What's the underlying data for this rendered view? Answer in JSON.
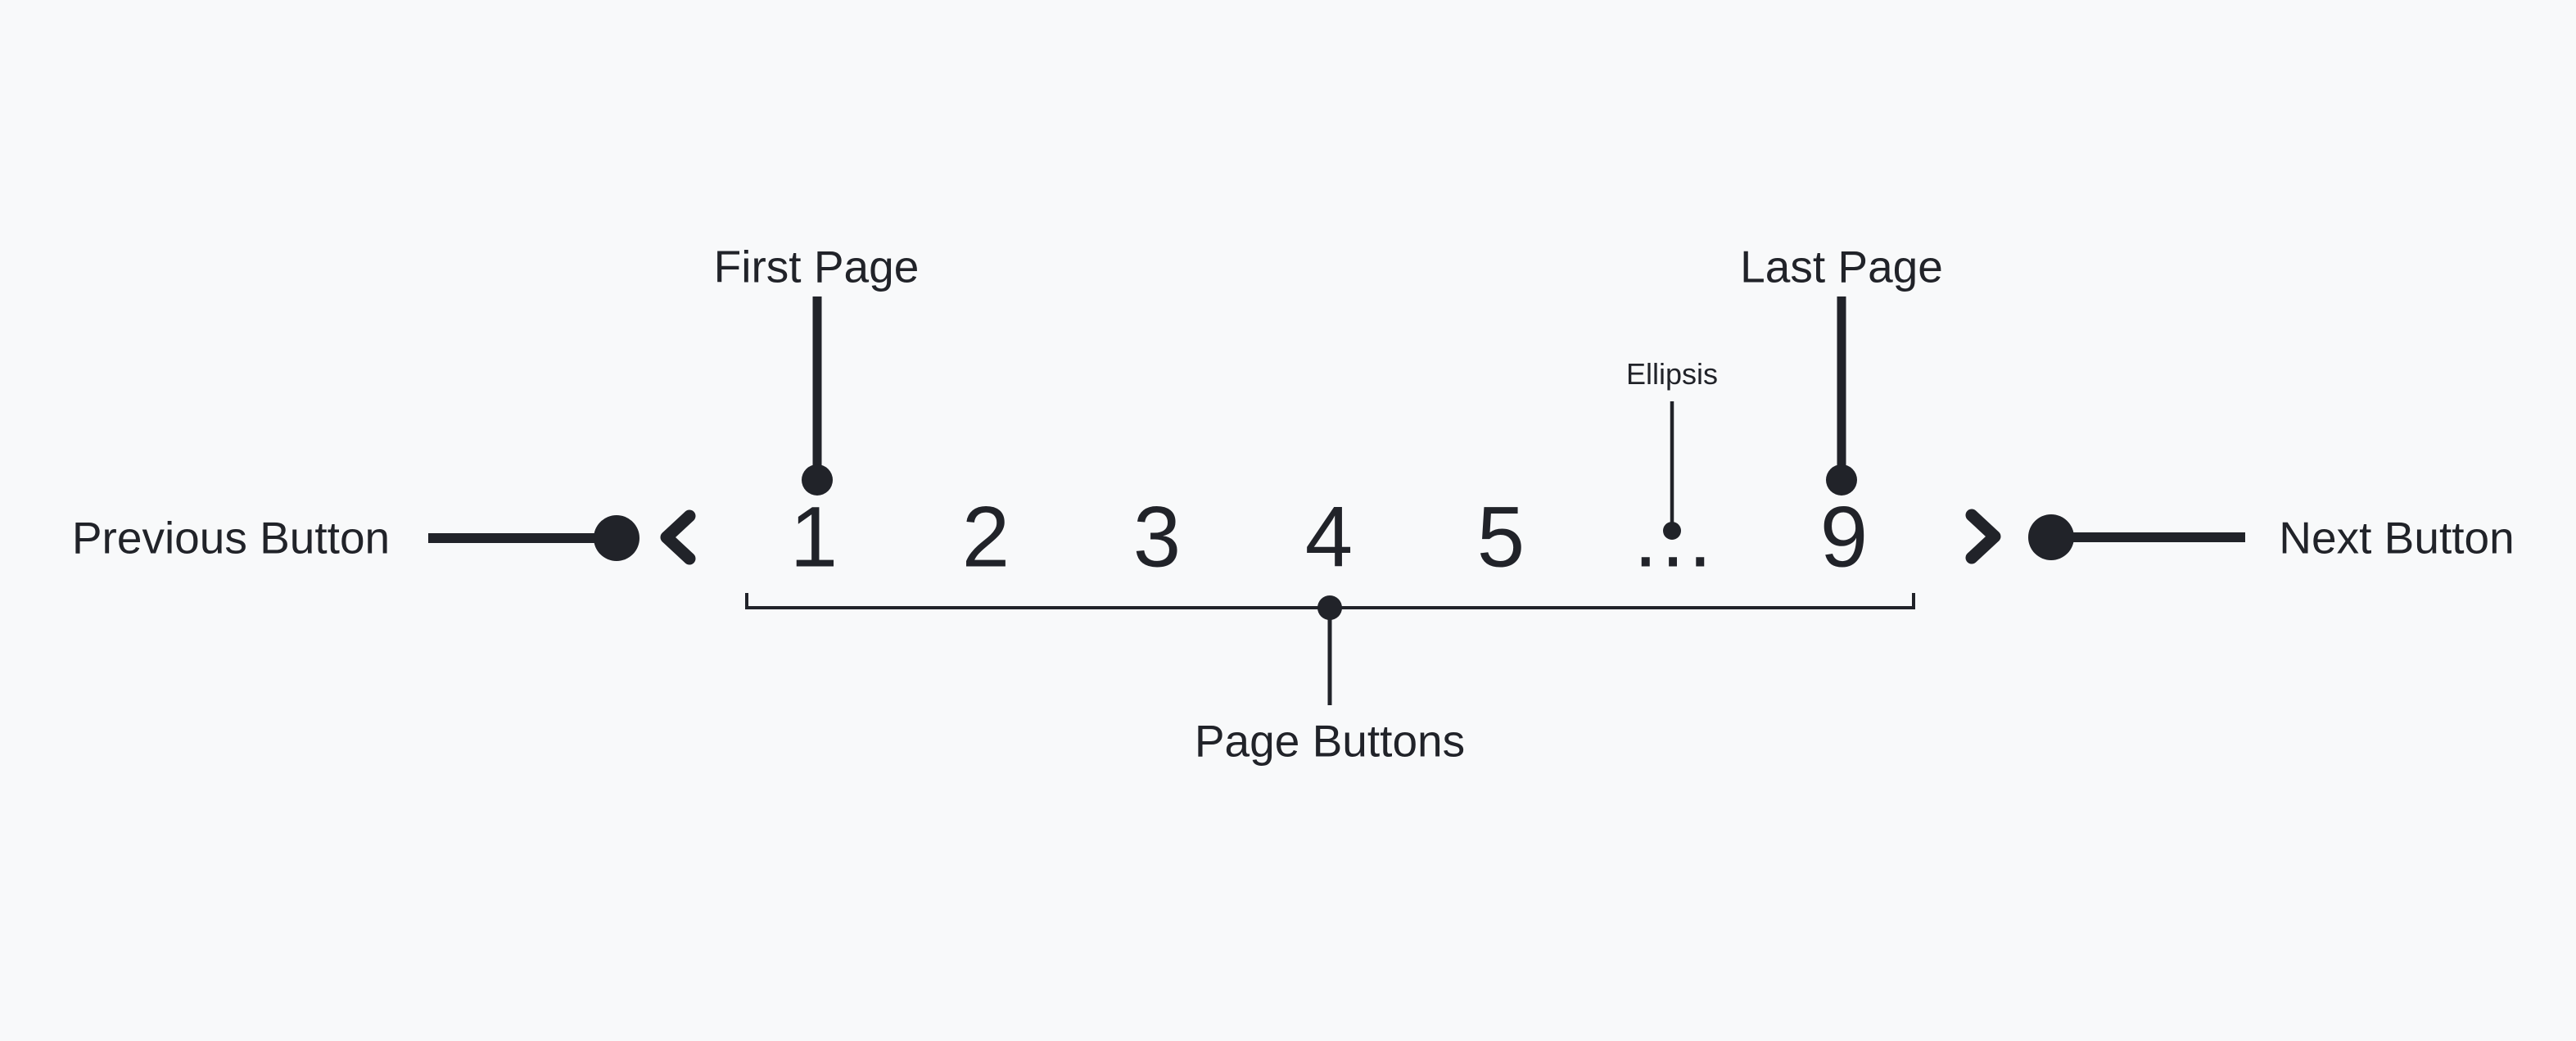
{
  "canvas": {
    "background_color": "#f8f9fa",
    "ink_color": "#212329"
  },
  "pagination": {
    "pages": [
      "1",
      "2",
      "3",
      "4",
      "5",
      "…",
      "9"
    ],
    "prev_icon": "chevron-left",
    "next_icon": "chevron-right"
  },
  "annotations": {
    "previous_button": "Previous Button",
    "next_button": "Next Button",
    "first_page": "First Page",
    "last_page": "Last Page",
    "ellipsis": "Ellipsis",
    "page_buttons": "Page Buttons"
  }
}
